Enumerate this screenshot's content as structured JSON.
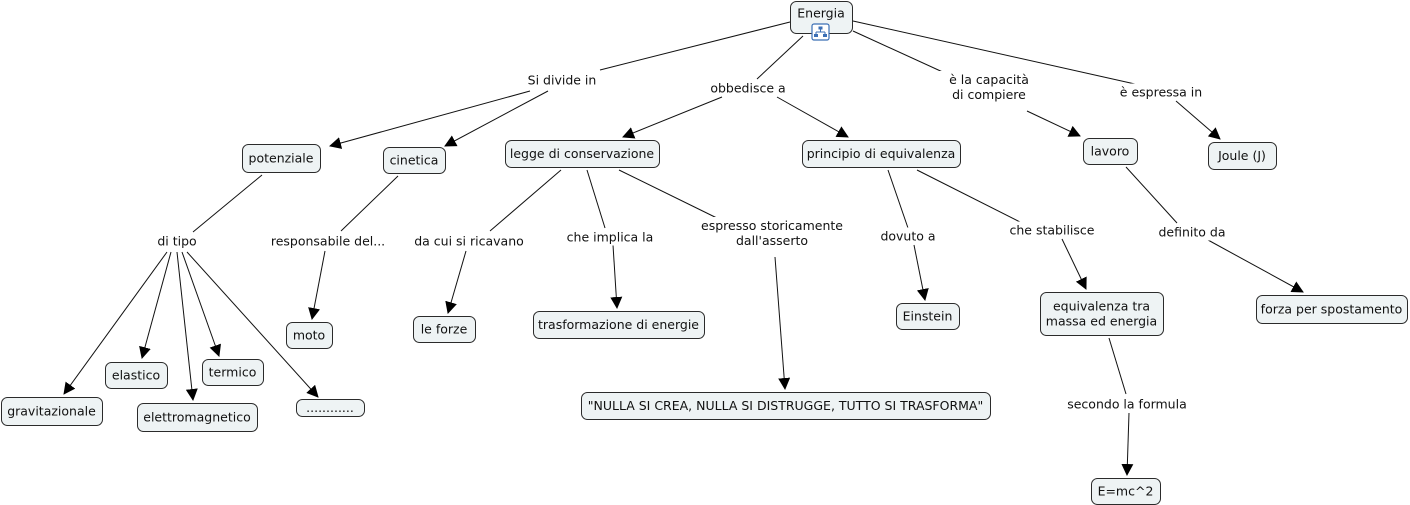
{
  "concept_map": {
    "root": "Energia",
    "concepts": {
      "energia": "Energia",
      "potenziale": "potenziale",
      "cinetica": "cinetica",
      "legge": "legge di conservazione",
      "principio": "principio di equivalenza",
      "lavoro": "lavoro",
      "joule": "Joule (J)",
      "gravitazionale": "gravitazionale",
      "elastico": "elastico",
      "elettromagnetico": "elettromagnetico",
      "termico": "termico",
      "altro": "............",
      "moto": "moto",
      "forze": "le forze",
      "trasformazione": "trasformazione di energie",
      "nulla": "\"NULLA SI CREA, NULLA SI DISTRUGGE, TUTTO SI TRASFORMA\"",
      "einstein": "Einstein",
      "equivalenza": "equivalenza tra\nmassa ed energia",
      "formula": "E=mc^2",
      "forza": "forza per spostamento"
    },
    "linking_phrases": {
      "si_divide": "Si divide in",
      "obbedisce": "obbedisce a",
      "capacita": "è la capacità\ndi compiere",
      "espressa": "è espressa in",
      "di_tipo": "di tipo",
      "responsabile": "responsabile del...",
      "da_cui": "da cui si ricavano",
      "implica": "che implica la",
      "espresso": "espresso storicamente\ndall'asserto",
      "dovuto": "dovuto a",
      "stabilisce": "che stabilisce",
      "definito": "definito da",
      "secondo": "secondo la formula"
    },
    "icons": {
      "root_badge": "concept-map-submap-icon"
    }
  }
}
